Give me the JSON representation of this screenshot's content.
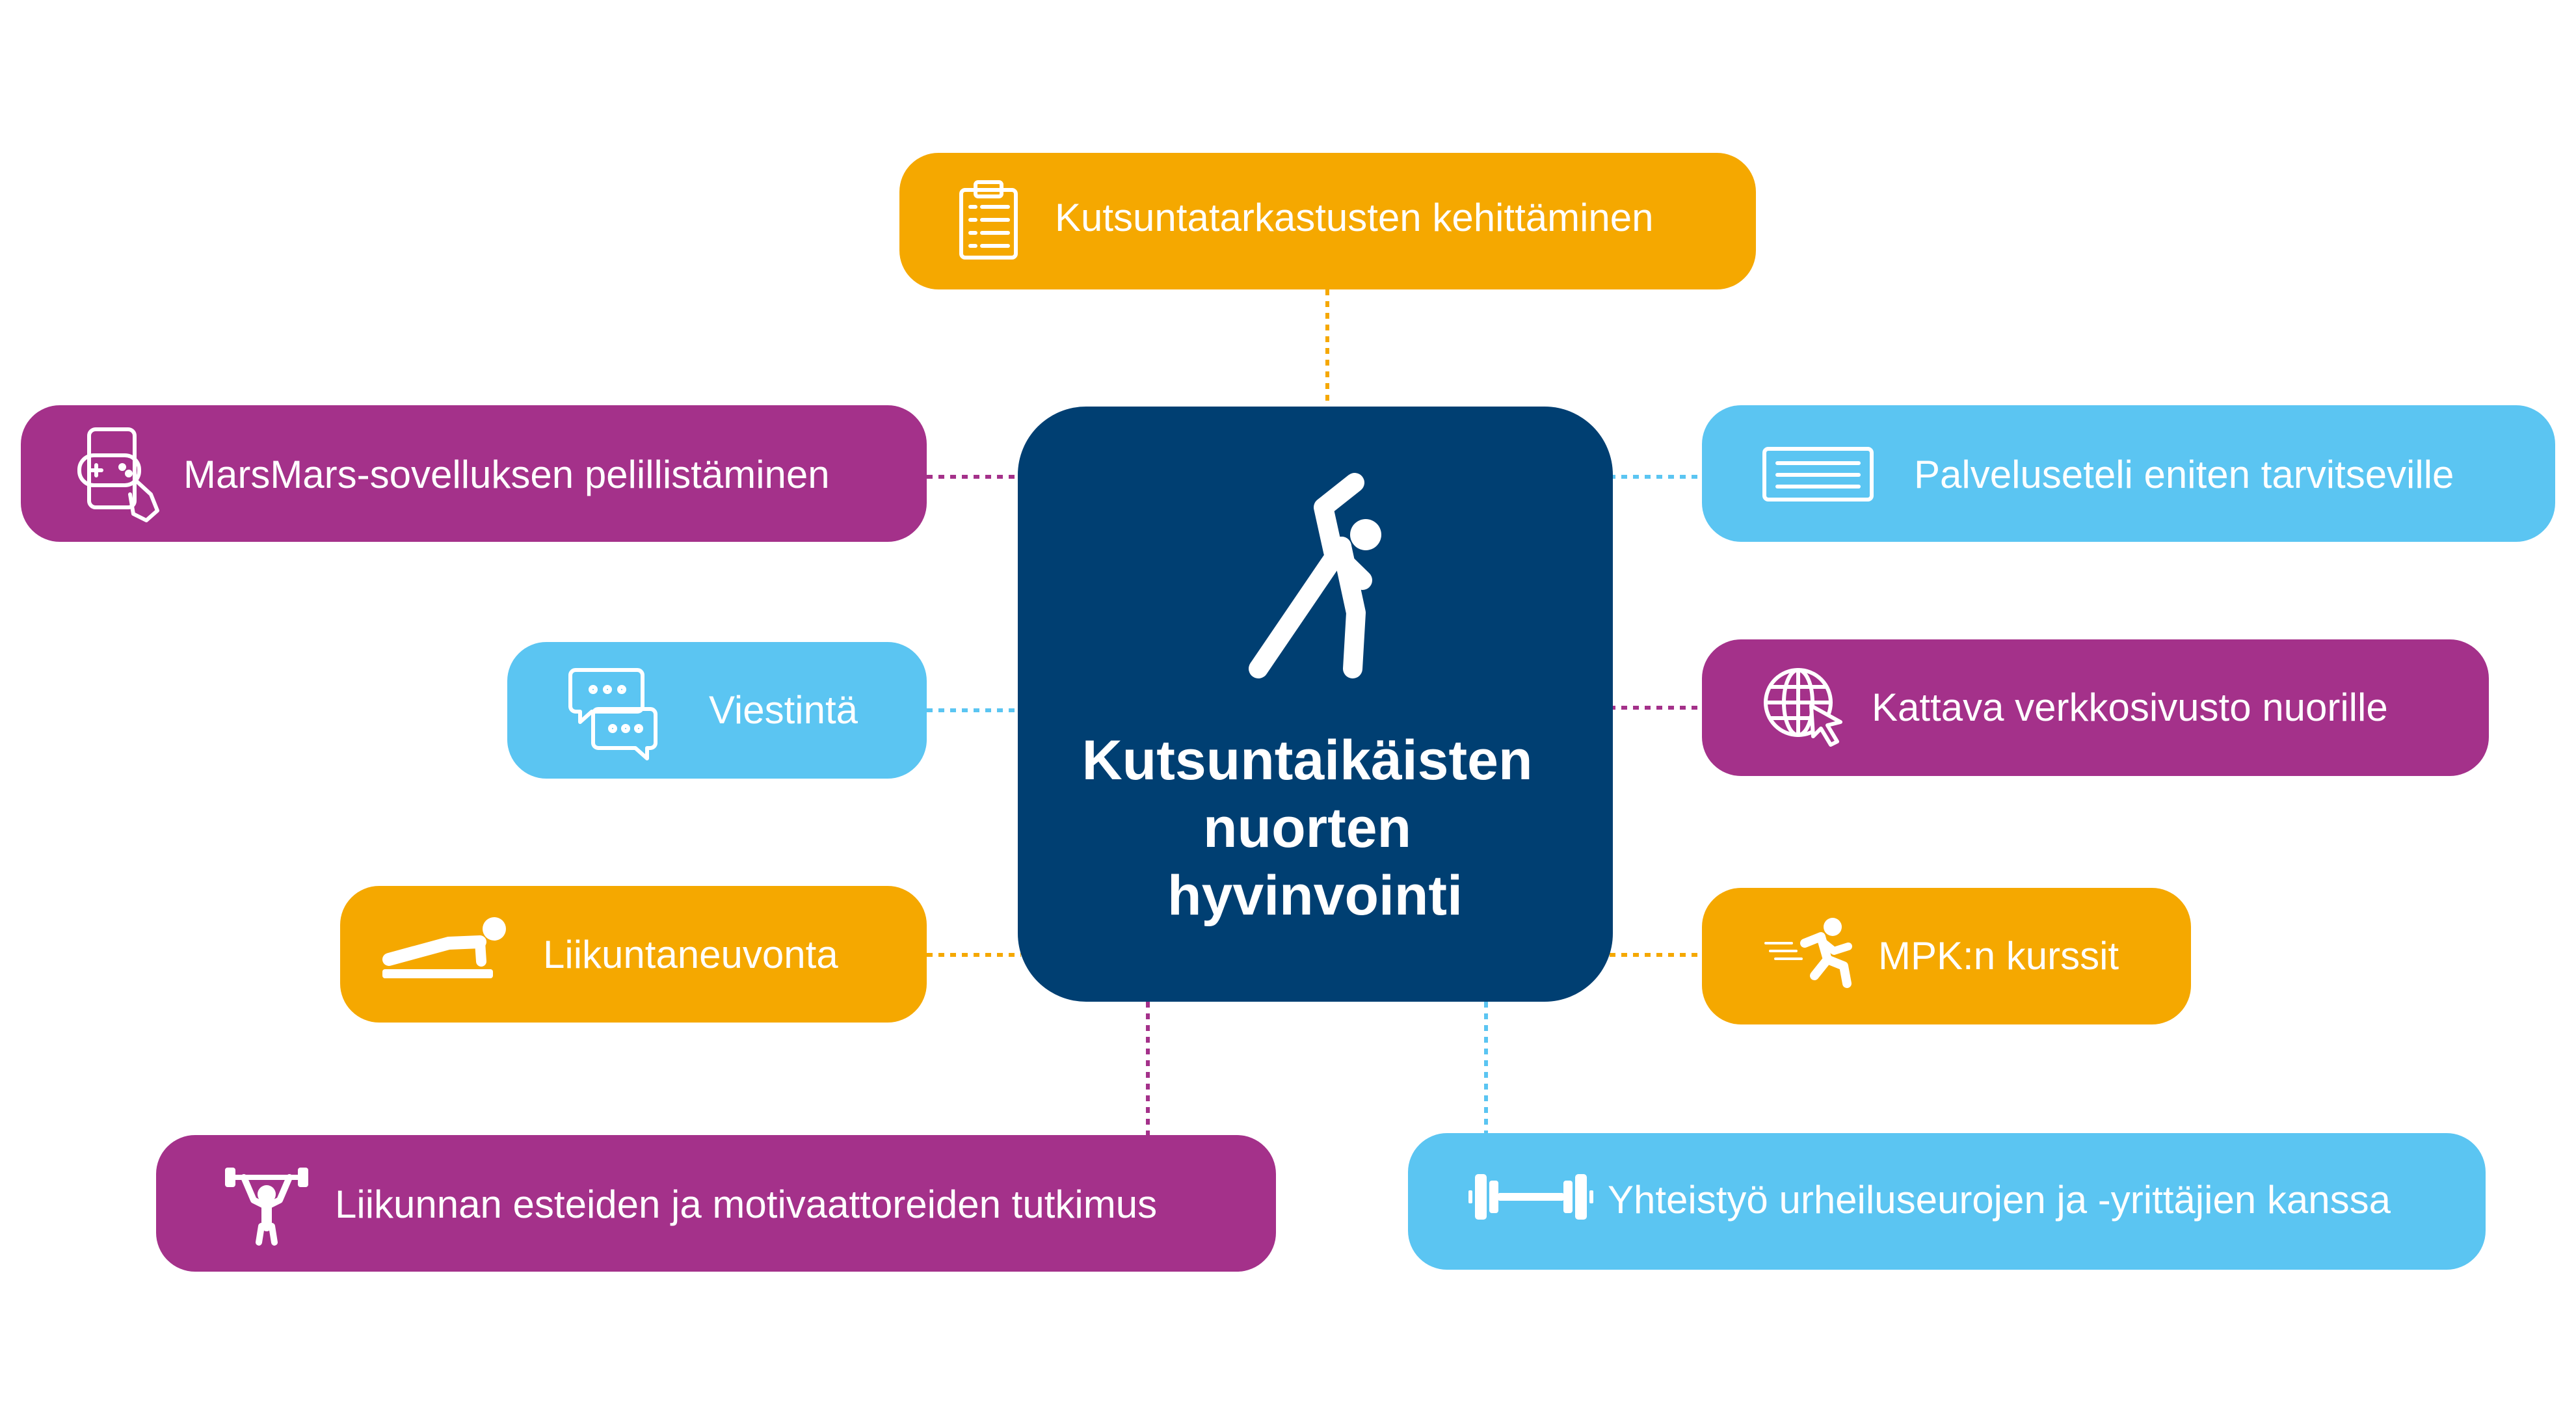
{
  "center": {
    "title_lines": [
      "Kutsuntaikäisten",
      "nuorten",
      "hyvinvointi"
    ],
    "icon": "stretching-person-icon",
    "color": "#003F72"
  },
  "colors": {
    "orange": "#F5A800",
    "purple": "#A4318A",
    "light_blue": "#5BC5F2"
  },
  "nodes": [
    {
      "id": "kutsuntatarkastukset",
      "label": "Kutsuntatarkastusten kehittäminen",
      "icon": "clipboard-checklist-icon",
      "color": "orange"
    },
    {
      "id": "marsmars",
      "label": "MarsMars-sovelluksen pelillistäminen",
      "icon": "phone-game-controller-icon",
      "color": "purple"
    },
    {
      "id": "palveluseteli",
      "label": "Palveluseteli eniten tarvitseville",
      "icon": "voucher-card-icon",
      "color": "light_blue"
    },
    {
      "id": "viestinta",
      "label": "Viestintä",
      "icon": "chat-bubbles-icon",
      "color": "light_blue"
    },
    {
      "id": "verkkosivusto",
      "label": "Kattava verkkosivusto nuorille",
      "icon": "globe-cursor-icon",
      "color": "purple"
    },
    {
      "id": "liikuntaneuvonta",
      "label": "Liikuntaneuvonta",
      "icon": "plank-exercise-icon",
      "color": "orange"
    },
    {
      "id": "mpk",
      "label": "MPK:n kurssit",
      "icon": "running-person-icon",
      "color": "orange"
    },
    {
      "id": "tutkimus",
      "label": "Liikunnan esteiden ja motivaattoreiden tutkimus",
      "icon": "weightlifter-icon",
      "color": "purple"
    },
    {
      "id": "yhteistyo",
      "label": "Yhteistyö urheiluseurojen ja -yrittäjien kanssa",
      "icon": "dumbbell-icon",
      "color": "light_blue"
    }
  ]
}
